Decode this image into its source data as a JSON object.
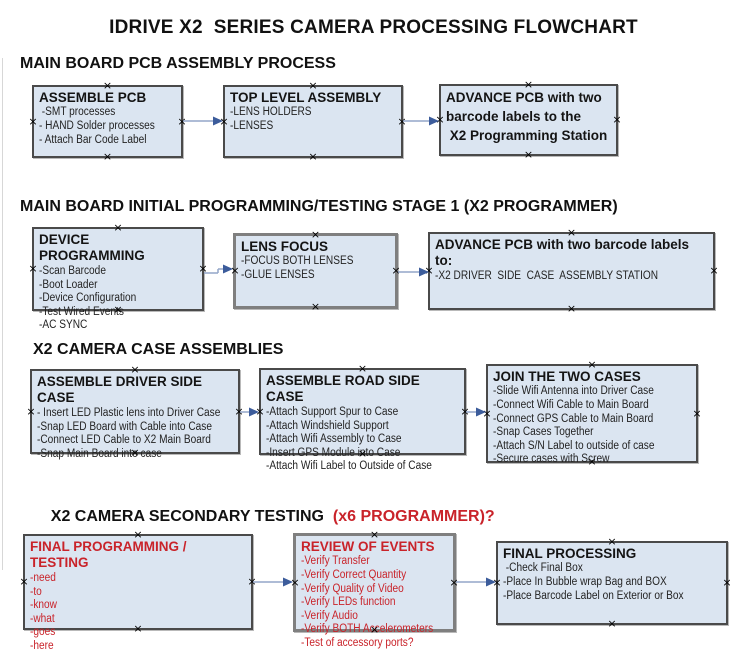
{
  "title": "IDRIVE X2  SERIES CAMERA PROCESSING FLOWCHART",
  "handle_glyph": "×",
  "colors": {
    "box_fill": "#dbe5f1",
    "box_border": "#4a4a4a",
    "selected_box_border": "#7f7f7f",
    "red_text": "#c9232a",
    "arrow_line": "#93a6c9",
    "arrow_head": "#3c5c9b"
  },
  "sections": [
    {
      "heading": "MAIN BOARD PCB ASSEMBLY PROCESS",
      "boxes": [
        {
          "title": "ASSEMBLE PCB",
          "items": [
            " -SMT processes",
            "- HAND Solder processes",
            "- Attach Bar Code Label"
          ]
        },
        {
          "title": "TOP LEVEL ASSEMBLY",
          "items": [
            "-LENS HOLDERS",
            "-LENSES"
          ]
        },
        {
          "title": "ADVANCE PCB with two\nbarcode labels to the\n X2 Programming Station",
          "items": []
        }
      ]
    },
    {
      "heading": "MAIN BOARD INITIAL PROGRAMMING/TESTING STAGE 1 (X2 PROGRAMMER)",
      "boxes": [
        {
          "title": "DEVICE PROGRAMMING",
          "items": [
            "-Scan Barcode",
            "-Boot Loader",
            "-Device Configuration",
            "-Test Wired Events",
            "-AC SYNC"
          ]
        },
        {
          "title": "LENS FOCUS",
          "items": [
            "-FOCUS BOTH LENSES",
            "-GLUE LENSES"
          ]
        },
        {
          "title": "ADVANCE PCB with two barcode labels to:",
          "items": [
            "-X2 DRIVER  SIDE  CASE  ASSEMBLY STATION"
          ]
        }
      ]
    },
    {
      "heading": "X2 CAMERA CASE ASSEMBLIES",
      "boxes": [
        {
          "title": "ASSEMBLE DRIVER SIDE CASE",
          "items": [
            "- Insert LED Plastic lens into Driver Case",
            "-Snap LED Board with Cable into Case",
            "-Connect LED Cable to X2 Main Board",
            "-Snap Main Board into case"
          ]
        },
        {
          "title": "ASSEMBLE ROAD SIDE CASE",
          "items": [
            "-Attach Support Spur to Case",
            "-Attach Windshield Support",
            "-Attach Wifi Assembly to Case",
            "-Insert GPS Module into Case",
            "-Attach Wifi Label to Outside of Case"
          ]
        },
        {
          "title": "JOIN THE TWO CASES",
          "items": [
            "-Slide Wifi Antenna into Driver Case",
            "-Connect Wifi Cable to Main Board",
            "-Connect GPS Cable to Main Board",
            "-Snap Cases Together",
            "-Attach S/N Label to outside of case",
            "-Secure cases with Screw"
          ]
        }
      ]
    },
    {
      "heading": "X2 CAMERA SECONDARY TESTING  ",
      "heading_red": "(x6 PROGRAMMER)?",
      "boxes": [
        {
          "title": "FINAL PROGRAMMING / TESTING",
          "color": "red",
          "items": [
            "-need",
            "-to",
            "-know",
            "-what",
            "-goes",
            "-here"
          ]
        },
        {
          "title": "REVIEW OF EVENTS",
          "color": "red",
          "items": [
            "-Verify Transfer",
            "-Verify Correct Quantity",
            "-Verify Quality of Video",
            "-Verify LEDs function",
            "-Verify Audio",
            "-Verify BOTH Accelerometers",
            "-Test of accessory ports?"
          ]
        },
        {
          "title": "FINAL PROCESSING",
          "items": [
            " -Check Final Box",
            "-Place In Bubble wrap Bag and BOX",
            "-Place Barcode Label on Exterior or Box"
          ]
        }
      ]
    }
  ]
}
